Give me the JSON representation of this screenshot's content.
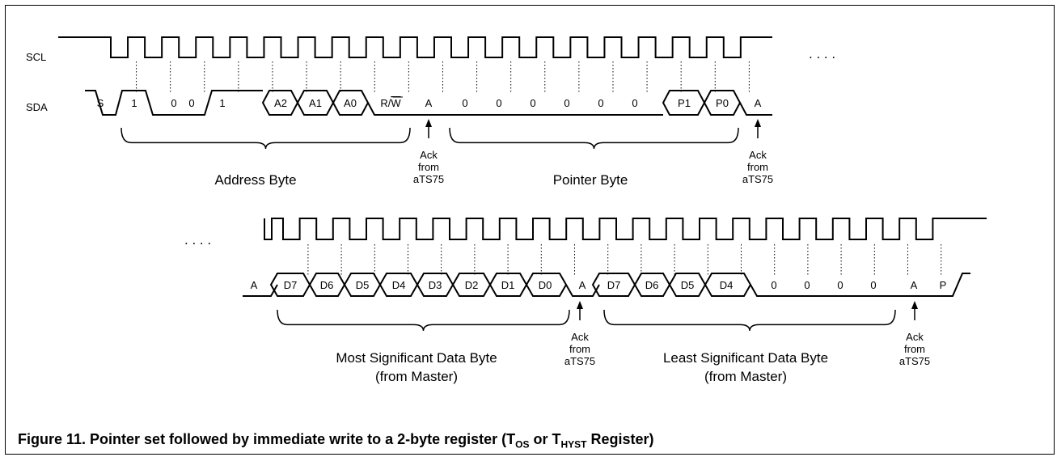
{
  "signals": {
    "scl": "SCL",
    "sda": "SDA"
  },
  "ellipsis": ". . . .",
  "top_bits": [
    "S",
    "1",
    "0",
    "0",
    "1",
    "A2",
    "A1",
    "A0",
    "R/W",
    "A",
    "0",
    "0",
    "0",
    "0",
    "0",
    "0",
    "P1",
    "P0",
    "A"
  ],
  "bottom_bits": [
    "A",
    "D7",
    "D6",
    "D5",
    "D4",
    "D3",
    "D2",
    "D1",
    "D0",
    "A",
    "D7",
    "D6",
    "D5",
    "D4",
    "0",
    "0",
    "0",
    "0",
    "A",
    "P"
  ],
  "ack": [
    "Ack",
    "from",
    "aTS75"
  ],
  "bytes": {
    "address": "Address Byte",
    "pointer": "Pointer Byte",
    "msb": [
      "Most Significant Data Byte",
      "(from Master)"
    ],
    "lsb": [
      "Least Significant Data Byte",
      "(from Master)"
    ]
  },
  "caption": {
    "prefix": "Figure 11.  Pointer set followed by immediate write to a 2-byte register  (T",
    "sub1": "OS",
    "mid": " or T",
    "sub2": "HYST",
    "suffix": " Register)"
  }
}
